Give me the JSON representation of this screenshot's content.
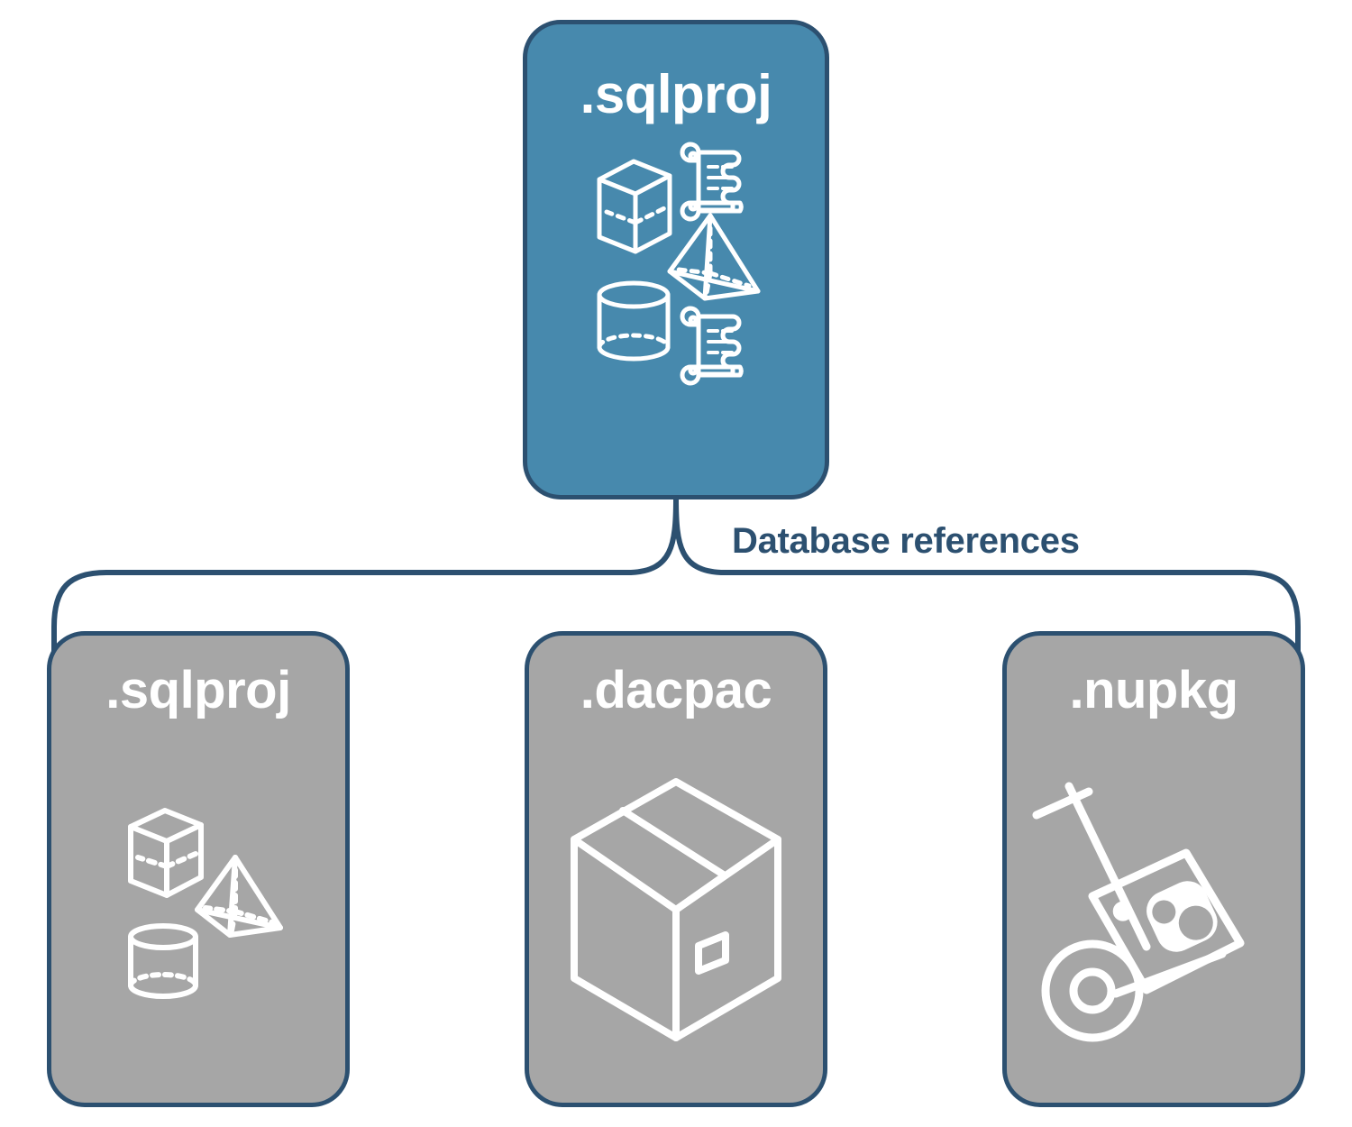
{
  "diagram": {
    "title": "Database references diagram",
    "colors": {
      "root_fill": "#4789AD",
      "child_fill": "#A6A6A6",
      "stroke": "#2C5070",
      "icon": "#FFFFFF",
      "label_text": "#2C5070",
      "background": "#FFFFFF"
    },
    "root": {
      "label": ".sqlproj",
      "icons": [
        "cube-wireframe-icon",
        "pyramid-wireframe-icon",
        "cylinder-wireframe-icon",
        "scroll-icon",
        "scroll-icon"
      ]
    },
    "connector": {
      "label": "Database references",
      "shape": "curly-brace-bracket"
    },
    "children": [
      {
        "label": ".sqlproj",
        "icons": [
          "cube-wireframe-icon",
          "pyramid-wireframe-icon",
          "cylinder-wireframe-icon"
        ]
      },
      {
        "label": ".dacpac",
        "icons": [
          "package-box-icon"
        ]
      },
      {
        "label": ".nupkg",
        "icons": [
          "hand-truck-with-nuget-package-icon"
        ]
      }
    ]
  }
}
